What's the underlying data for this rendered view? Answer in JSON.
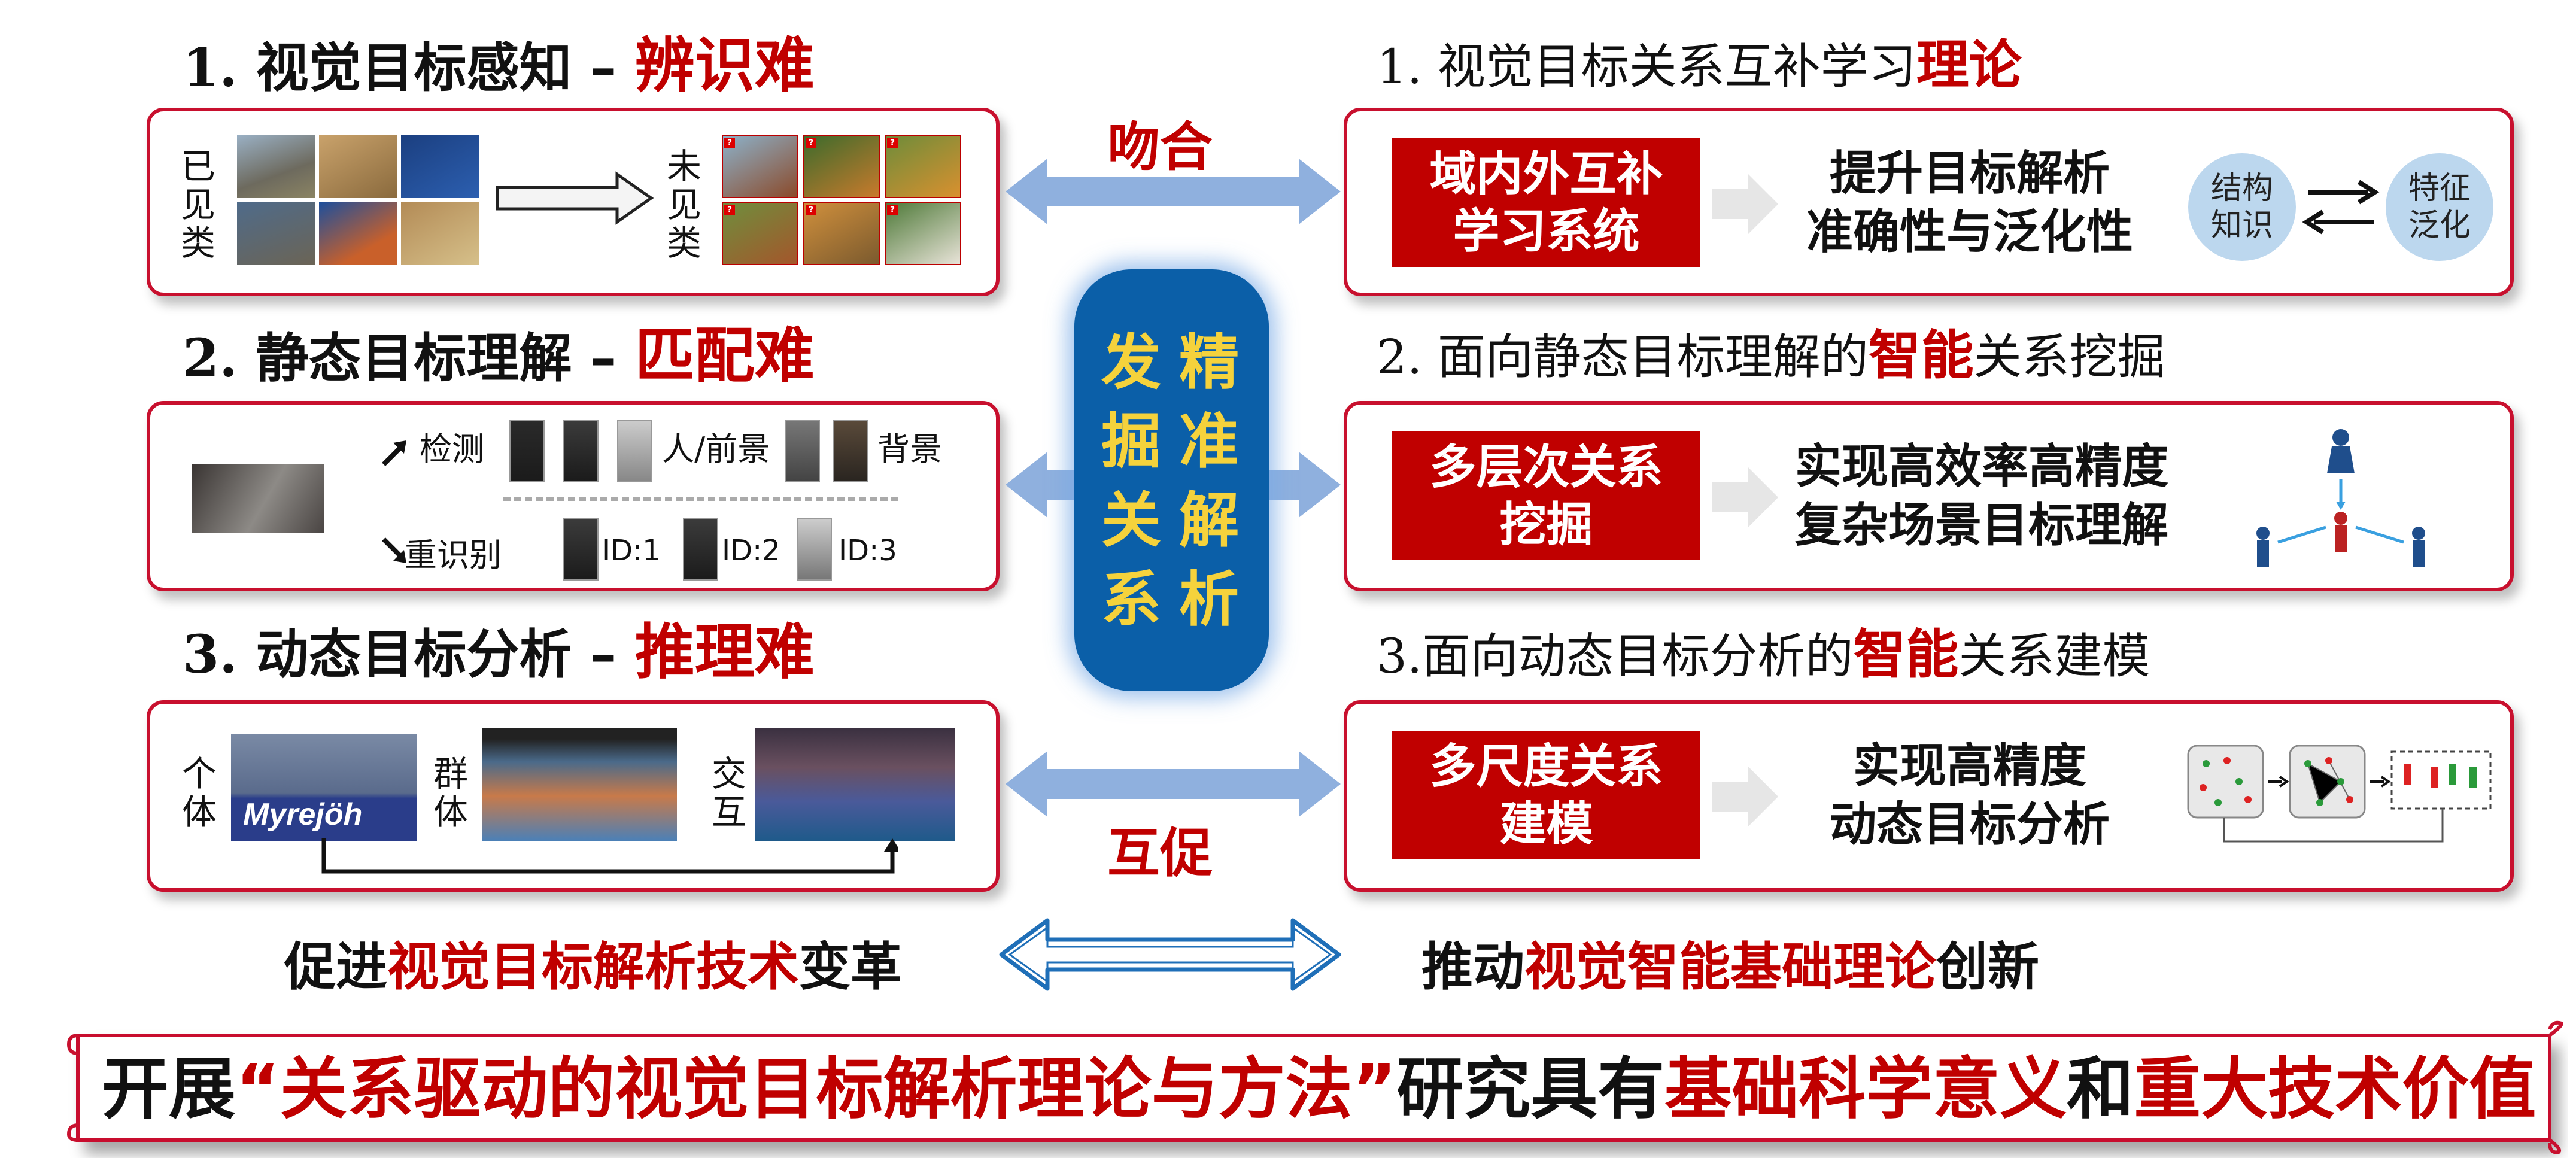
{
  "left": {
    "sec1": {
      "num": "1.",
      "title": "视觉目标感知 –",
      "hard": "辨识难",
      "seen": [
        "已",
        "见",
        "类"
      ],
      "unseen": [
        "未",
        "见",
        "类"
      ]
    },
    "sec2": {
      "num": "2.",
      "title": "静态目标理解 –",
      "hard": "匹配难",
      "detect": "检测",
      "person_fg": "人/前景",
      "background": "背景",
      "reid": "重识别",
      "ids": [
        "ID:1",
        "ID:2",
        "ID:3"
      ]
    },
    "sec3": {
      "num": "3.",
      "title": "动态目标分析 –",
      "hard": "推理难",
      "individual": [
        "个",
        "体"
      ],
      "group": [
        "群",
        "体"
      ],
      "interact": [
        "交",
        "互"
      ],
      "banner_text": "Myrejöh"
    }
  },
  "center": {
    "top_label": "吻合",
    "bottom_label": "互促",
    "pill_col1": [
      "发",
      "掘",
      "关",
      "系"
    ],
    "pill_col2": [
      "精",
      "准",
      "解",
      "析"
    ]
  },
  "right": {
    "sec1": {
      "num": "1.",
      "pre": "视觉目标关系互补学习",
      "hl": "理论",
      "redbox": [
        "域内外互补",
        "学习系统"
      ],
      "desc": [
        "提升目标解析",
        "准确性与泛化性"
      ],
      "circle_left": [
        "结构",
        "知识"
      ],
      "circle_right": [
        "特征",
        "泛化"
      ]
    },
    "sec2": {
      "num": "2.",
      "pre": "面向静态目标理解的",
      "hl": "智能",
      "post": "关系挖掘",
      "redbox": [
        "多层次关系",
        "挖掘"
      ],
      "desc": [
        "实现高效率高精度",
        "复杂场景目标理解"
      ]
    },
    "sec3": {
      "num": "3.",
      "pre": "面向动态目标分析的",
      "hl": "智能",
      "post": "关系建模",
      "redbox": [
        "多尺度关系",
        "建模"
      ],
      "desc": [
        "实现高精度",
        "动态目标分析"
      ]
    }
  },
  "bottom": {
    "left": {
      "pre": "促进",
      "hl": "视觉目标解析技术",
      "post": "变革"
    },
    "right": {
      "pre": "推动",
      "hl": "视觉智能基础理论",
      "post": "创新"
    },
    "scroll": {
      "p1": "开展",
      "p2": "“关系驱动的视觉目标解析理论与方法”",
      "p3": "研究具有",
      "p4": "基础科学意义",
      "p5": "和",
      "p6": "重大技术价值"
    }
  },
  "colors": {
    "accent_red": "#c00000",
    "pill_blue": "#0b5fa8",
    "pill_text": "#f5d23c",
    "arrow_blue": "#8fb0de",
    "circle_blue": "#bcd7ee"
  }
}
